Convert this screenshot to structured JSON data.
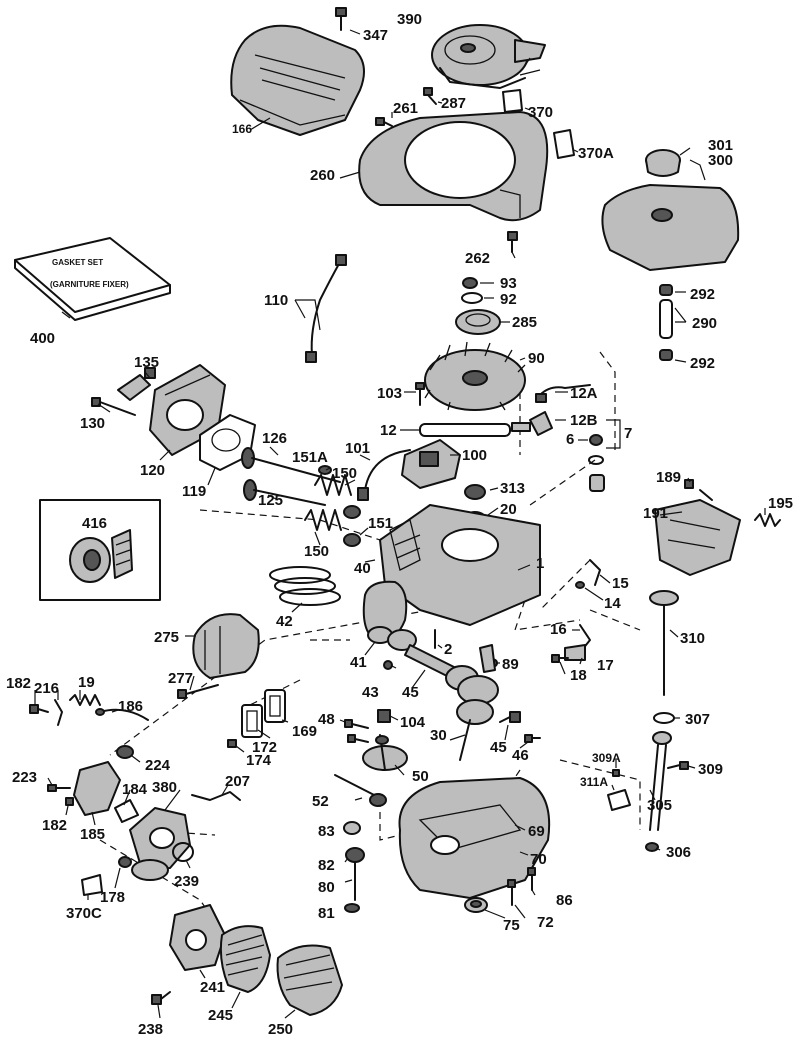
{
  "gasket_box": {
    "line1": "GASKET SET",
    "line2": "(GARNITURE FIXER)"
  },
  "inset_label": "416",
  "labels": {
    "l347": "347",
    "l390": "390",
    "l166": "166",
    "l261": "261",
    "l287": "287",
    "l370": "370",
    "l370A": "370A",
    "l301": "301",
    "l300": "300",
    "l260": "260",
    "l262": "262",
    "l93": "93",
    "l92": "92",
    "l285": "285",
    "l110": "110",
    "l400": "400",
    "l292a": "292",
    "l290": "290",
    "l292b": "292",
    "l135": "135",
    "l90": "90",
    "l103": "103",
    "l12A": "12A",
    "l12B": "12B",
    "l12": "12",
    "l7": "7",
    "l6": "6",
    "l130": "130",
    "l126": "126",
    "l101": "101",
    "l151A": "151A",
    "l100": "100",
    "l150a": "150",
    "l120": "120",
    "l119": "119",
    "l313": "313",
    "l189": "189",
    "l195": "195",
    "l191": "191",
    "l20": "20",
    "l125": "125",
    "l151": "151",
    "l416": "416",
    "l150b": "150",
    "l40": "40",
    "l1": "1",
    "l15": "15",
    "l14": "14",
    "l42": "42",
    "l16": "16",
    "l310": "310",
    "l275": "275",
    "l2": "2",
    "l89": "89",
    "l17": "17",
    "l41": "41",
    "l18": "18",
    "l277": "277",
    "l43": "43",
    "l45a": "45",
    "l182a": "182",
    "l216": "216",
    "l19": "19",
    "l186": "186",
    "l48": "48",
    "l104": "104",
    "l307": "307",
    "l172": "172",
    "l169": "169",
    "l30": "30",
    "l45b": "45",
    "l174": "174",
    "l46": "46",
    "l224": "224",
    "l309A": "309A",
    "l309": "309",
    "l223": "223",
    "l184": "184",
    "l380": "380",
    "l207": "207",
    "l50": "50",
    "l311A": "311A",
    "l52": "52",
    "l182b": "182",
    "l185": "185",
    "l305": "305",
    "l83": "83",
    "l69": "69",
    "l239": "239",
    "l82": "82",
    "l70": "70",
    "l306": "306",
    "l178": "178",
    "l80": "80",
    "l370C": "370C",
    "l86": "86",
    "l81": "81",
    "l75": "75",
    "l72": "72",
    "l241": "241",
    "l238": "238",
    "l245": "245",
    "l250": "250"
  }
}
